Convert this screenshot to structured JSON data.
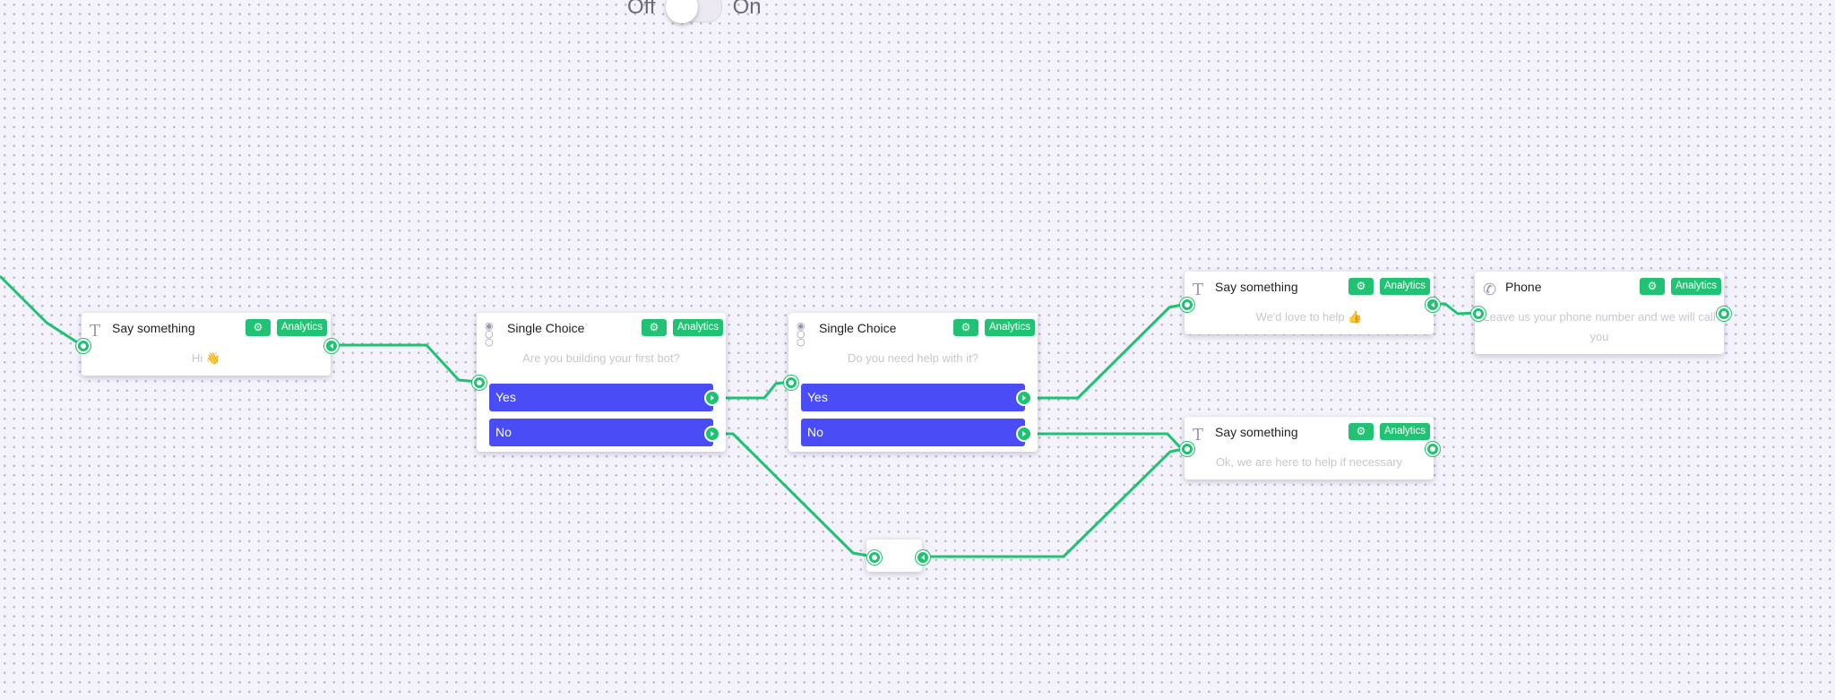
{
  "toggle": {
    "off_label": "Off",
    "on_label": "On"
  },
  "colors": {
    "edge": "#1fc271",
    "choice": "#4a4cf5",
    "badge": "#22c274"
  },
  "nodes": [
    {
      "title": "Say something",
      "icon": "text-icon",
      "gear_icon": "gear-icon",
      "analytics": "Analytics",
      "text": "Hi 👋"
    },
    {
      "title": "Single Choice",
      "icon": "choice-icon",
      "gear_icon": "gear-icon",
      "analytics": "Analytics",
      "text": "Are you building your first bot?",
      "choices": [
        "Yes",
        "No"
      ]
    },
    {
      "title": "Single Choice",
      "icon": "choice-icon",
      "gear_icon": "gear-icon",
      "analytics": "Analytics",
      "text": "Do you need help with it?",
      "choices": [
        "Yes",
        "No"
      ]
    },
    {
      "title": "Say something",
      "icon": "text-icon",
      "gear_icon": "gear-icon",
      "analytics": "Analytics",
      "text": "We'd love to help 👍"
    },
    {
      "title": "Phone",
      "icon": "phone-icon",
      "gear_icon": "gear-icon",
      "analytics": "Analytics",
      "text": "Leave us your phone number and we will call you"
    },
    {
      "title": "Say something",
      "icon": "text-icon",
      "gear_icon": "gear-icon",
      "analytics": "Analytics",
      "text": "Ok, we are here to help if necessary"
    }
  ]
}
